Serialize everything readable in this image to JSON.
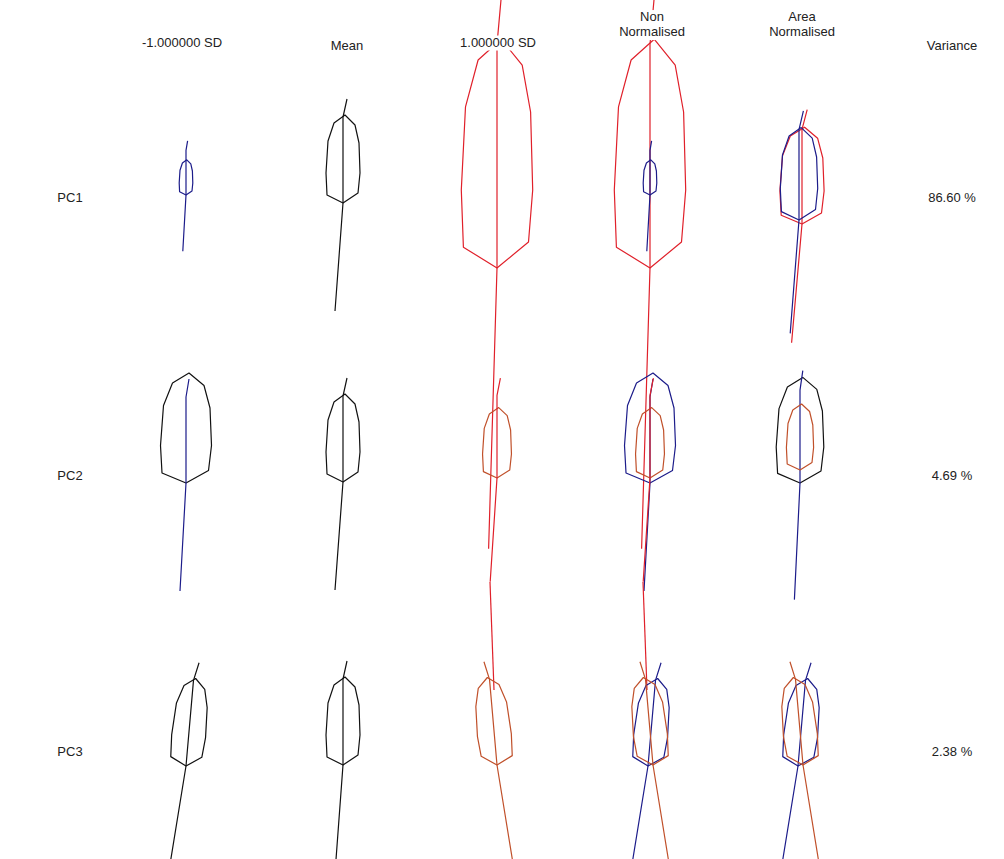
{
  "diagram": {
    "labels": [
      "-1.000000 SD",
      "Mean",
      "1.000000 SD",
      "Non Normalised",
      "Area Normalised",
      "Variance",
      "PC1",
      "86.60 %",
      "PC2",
      "4.69 %",
      "PC3",
      "2.38 %"
    ]
  }
}
